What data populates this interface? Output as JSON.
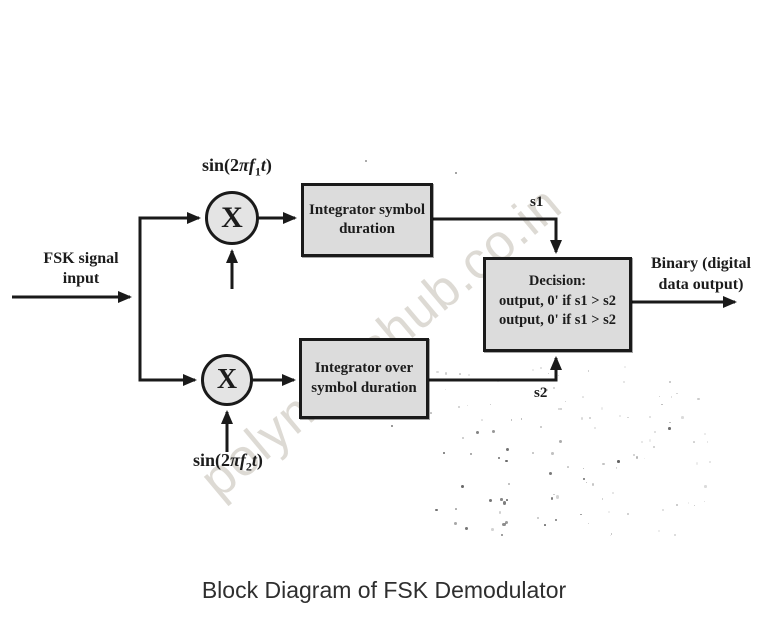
{
  "caption": "Block Diagram of FSK Demodulator",
  "watermark": "polynoteshub.co.in",
  "input_label": {
    "line1": "FSK signal",
    "line2": "input"
  },
  "multiplier_symbol": "X",
  "oscillator1": {
    "sin": "sin",
    "open": "(2",
    "pi": "π",
    "f": "f",
    "sub": "1",
    "t": "t",
    "close": ")"
  },
  "oscillator2": {
    "sin": "sin",
    "open": "(2",
    "pi": "π",
    "f": "f",
    "sub": "2",
    "t": "t",
    "close": ")"
  },
  "integrator1": {
    "line1": "Integrator symbol",
    "line2": "duration"
  },
  "integrator2": {
    "line1": "Integrator over",
    "line2": "symbol duration"
  },
  "signal1": "s1",
  "signal2": "s2",
  "decision": {
    "line1": "Decision:",
    "line2": "output, 0' if s1 > s2",
    "line3": "output, 0' if s1 > s2"
  },
  "output_label": {
    "line1": "Binary (digital",
    "line2": "data output)"
  },
  "colors": {
    "ink": "#1c1c1c",
    "box_fill": "#dcdcdc",
    "watermark_tint": "#b7ae9c"
  }
}
